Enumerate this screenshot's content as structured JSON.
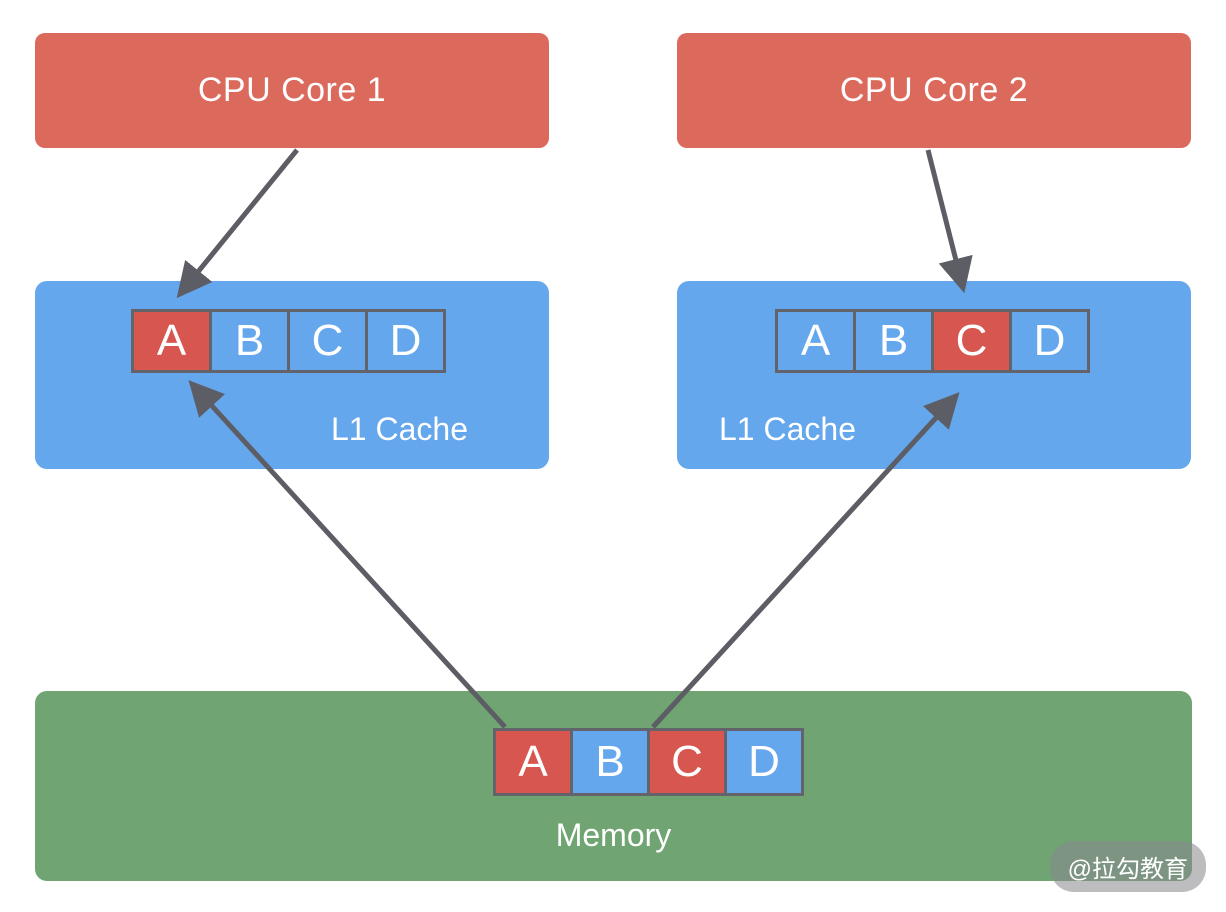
{
  "diagram": {
    "cpu_core_1": {
      "label": "CPU Core 1"
    },
    "cpu_core_2": {
      "label": "CPU Core 2"
    },
    "cache_1": {
      "label": "L1 Cache",
      "cells": [
        {
          "letter": "A",
          "highlighted": true
        },
        {
          "letter": "B",
          "highlighted": false
        },
        {
          "letter": "C",
          "highlighted": false
        },
        {
          "letter": "D",
          "highlighted": false
        }
      ]
    },
    "cache_2": {
      "label": "L1 Cache",
      "cells": [
        {
          "letter": "A",
          "highlighted": false
        },
        {
          "letter": "B",
          "highlighted": false
        },
        {
          "letter": "C",
          "highlighted": true
        },
        {
          "letter": "D",
          "highlighted": false
        }
      ]
    },
    "memory": {
      "label": "Memory",
      "cells": [
        {
          "letter": "A",
          "highlighted": true
        },
        {
          "letter": "B",
          "highlighted": false
        },
        {
          "letter": "C",
          "highlighted": true
        },
        {
          "letter": "D",
          "highlighted": false
        }
      ]
    },
    "arrows": [
      {
        "from": "cpu-core-1",
        "to": "cache-1-cell-a"
      },
      {
        "from": "cpu-core-2",
        "to": "cache-2-cell-c"
      },
      {
        "from": "memory-cells",
        "to": "cache-1-cell-a"
      },
      {
        "from": "memory-cells",
        "to": "cache-2-cell-c"
      }
    ],
    "watermark": "@拉勾教育",
    "colors": {
      "core_red": "#dc6a5c",
      "cell_red": "#d7564f",
      "cache_blue": "#64a7ec",
      "memory_green": "#70a473",
      "arrow_gray": "#5d5d66",
      "cell_border": "#63636b"
    }
  }
}
